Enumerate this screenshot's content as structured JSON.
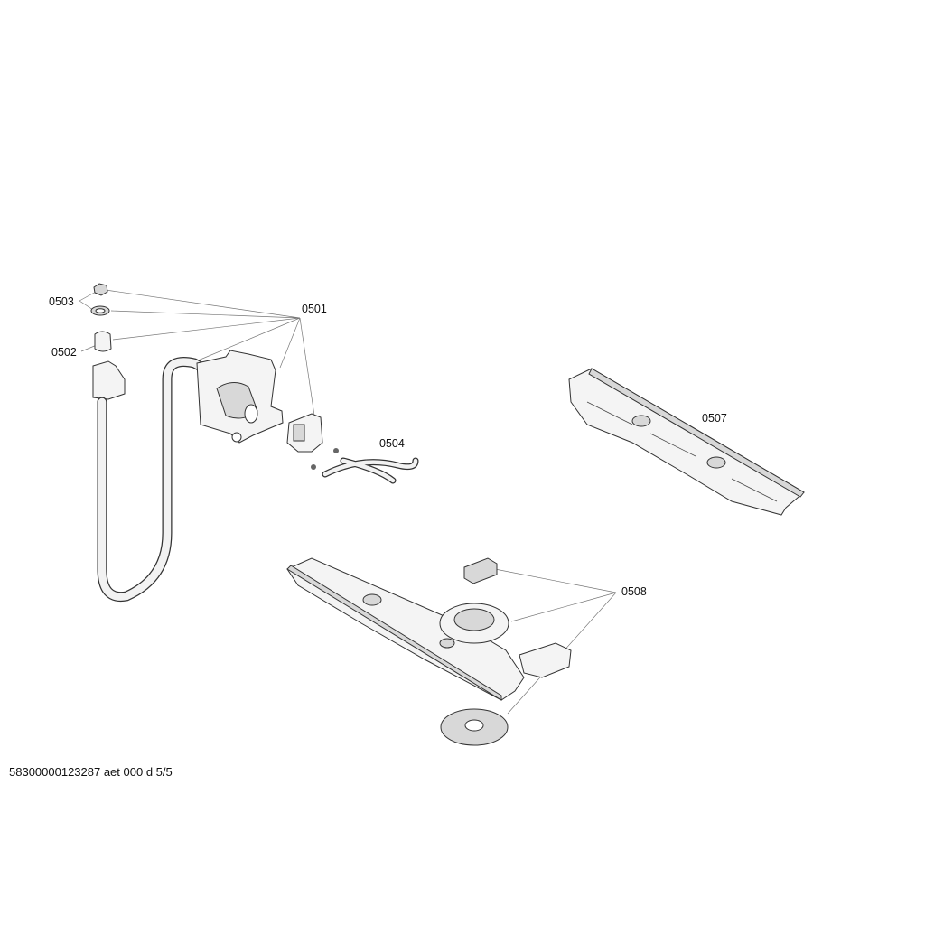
{
  "labels": {
    "p0501": "0501",
    "p0502": "0502",
    "p0503": "0503",
    "p0504": "0504",
    "p0507": "0507",
    "p0508": "0508"
  },
  "footer": "58300000123287 aet 000 d 5/5"
}
